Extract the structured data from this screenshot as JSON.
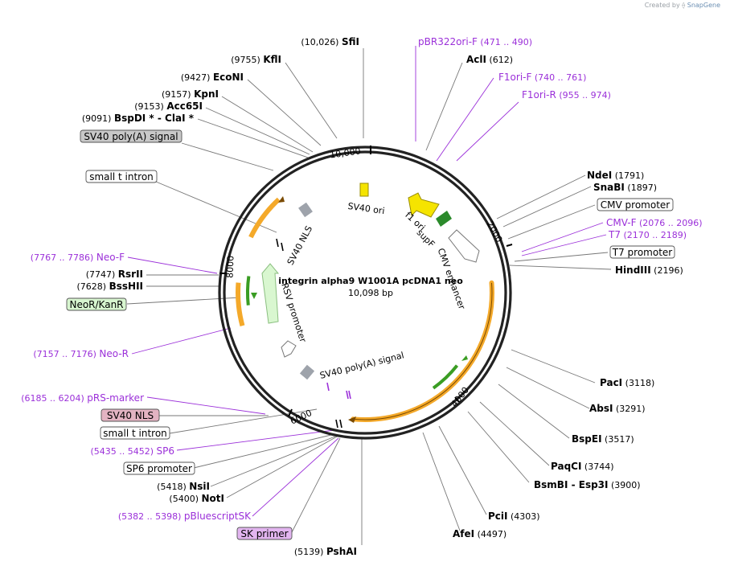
{
  "credit": {
    "prefix": "Created by",
    "brand": "SnapGene"
  },
  "plasmid": {
    "name": "integrin alpha9 W1001A pcDNA1 neo",
    "size": "10,098 bp"
  },
  "ticks": [
    {
      "label": "10,000"
    },
    {
      "label": "2000"
    },
    {
      "label": "4000"
    },
    {
      "label": "6000"
    },
    {
      "label": "8000"
    }
  ],
  "colors": {
    "enzyme": "#000000",
    "primer": "#9b30d9",
    "feature_orange": "#f4a92a",
    "feature_green_arrow": "#3a9d23",
    "sv40_ori": "#f5e400",
    "f1_ori": "#f5e400",
    "supF": "#2b8a2b",
    "neo_box": "#d7f5cf",
    "sv40_box": "#c8c8c8",
    "sv40nls_box": "#e3b3c2",
    "skprimer_box": "#e2b5f0",
    "promoter_grey": "#9ea3ab"
  },
  "labels": {
    "sfiI": {
      "pos": "(10,026)",
      "name": "SfiI"
    },
    "kflI": {
      "pos": "(9755)",
      "name": "KflI"
    },
    "ecoNI": {
      "pos": "(9427)",
      "name": "EcoNI"
    },
    "kpnI": {
      "pos": "(9157)",
      "name": "KpnI"
    },
    "acc65I": {
      "pos": "(9153)",
      "name": "Acc65I"
    },
    "bspDI": {
      "pos": "(9091)",
      "name": "BspDI *",
      "sep": "-",
      "name2": "ClaI *"
    },
    "sv40polyA": {
      "text": "SV40 poly(A) signal"
    },
    "smalltintron_top": {
      "text": "small t intron"
    },
    "neoF": {
      "pos": "(7767 .. 7786)",
      "name": "Neo-F"
    },
    "rsrII": {
      "pos": "(7747)",
      "name": "RsrII"
    },
    "bssHII": {
      "pos": "(7628)",
      "name": "BssHII"
    },
    "neoKanR": {
      "text": "NeoR/KanR"
    },
    "neoR": {
      "pos": "(7157 .. 7176)",
      "name": "Neo-R"
    },
    "pRSmarker": {
      "pos": "(6185 .. 6204)",
      "name": "pRS-marker"
    },
    "sv40nls": {
      "text": "SV40 NLS"
    },
    "smalltintron_bot": {
      "text": "small t intron"
    },
    "sp6": {
      "pos": "(5435 .. 5452)",
      "name": "SP6"
    },
    "sp6promoter": {
      "text": "SP6 promoter"
    },
    "nsiI": {
      "pos": "(5418)",
      "name": "NsiI"
    },
    "notI": {
      "pos": "(5400)",
      "name": "NotI"
    },
    "pBluescriptSK": {
      "pos": "(5382 .. 5398)",
      "name": "pBluescriptSK"
    },
    "skprimer": {
      "text": "SK primer"
    },
    "pshAI": {
      "pos": "(5139)",
      "name": "PshAI"
    },
    "afeI": {
      "pos": "(4497)",
      "name": "AfeI"
    },
    "pciI": {
      "pos": "(4303)",
      "name": "PciI"
    },
    "bsmBI": {
      "pos": "(3900)",
      "name": "BsmBI",
      "sep": "-",
      "name2": "Esp3I"
    },
    "paqCI": {
      "pos": "(3744)",
      "name": "PaqCI"
    },
    "bspEI": {
      "pos": "(3517)",
      "name": "BspEI"
    },
    "absI": {
      "pos": "(3291)",
      "name": "AbsI"
    },
    "pacI": {
      "pos": "(3118)",
      "name": "PacI"
    },
    "hindIII": {
      "pos": "(2196)",
      "name": "HindIII"
    },
    "t7promoter": {
      "text": "T7 promoter"
    },
    "t7": {
      "pos": "(2170 .. 2189)",
      "name": "T7"
    },
    "cmvF": {
      "pos": "(2076 .. 2096)",
      "name": "CMV-F"
    },
    "cmvpromoter": {
      "text": "CMV promoter"
    },
    "snaBI": {
      "pos": "(1897)",
      "name": "SnaBI"
    },
    "ndeI": {
      "pos": "(1791)",
      "name": "NdeI"
    },
    "f1oriR": {
      "pos": "(955 .. 974)",
      "name": "F1ori-R"
    },
    "f1oriF": {
      "pos": "(740 .. 761)",
      "name": "F1ori-F"
    },
    "aclI": {
      "pos": "(612)",
      "name": "AclI"
    },
    "pBR322": {
      "pos": "(471 .. 490)",
      "name": "pBR322ori-F"
    }
  },
  "inner_labels": {
    "sv40ori": "SV40 ori",
    "f1ori": "f1 ori",
    "supF": "supF",
    "cmvenhancer": "CMV enhancer",
    "sv40nls": "SV40 NLS",
    "rsvpromoter": "RSV promoter",
    "sv40polyA": "SV40 poly(A) signal"
  }
}
